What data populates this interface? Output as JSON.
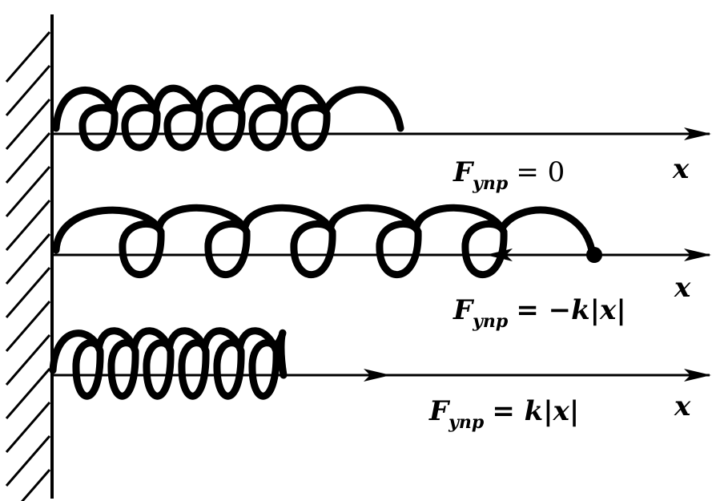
{
  "colors": {
    "ink": "#000000",
    "background": "#ffffff"
  },
  "wall": {
    "icon": "hatched-wall"
  },
  "rows": [
    {
      "state": "relaxed",
      "axis_label": "x",
      "force_label": {
        "symbol": "F",
        "subscript_a": "ynp",
        "subscript_b": "",
        "rhs": "= 0"
      },
      "force_arrow": null
    },
    {
      "state": "stretched",
      "axis_label": "x",
      "force_label": {
        "symbol": "F",
        "subscript_a": "ynp",
        "subscript_b": "",
        "rhs": "= −k|x|"
      },
      "force_arrow": "left"
    },
    {
      "state": "compressed",
      "axis_label": "x",
      "force_label": {
        "symbol": "F",
        "subscript_a": "ynp",
        "subscript_b": "",
        "rhs": "= k|x|"
      },
      "force_arrow": "right"
    }
  ]
}
